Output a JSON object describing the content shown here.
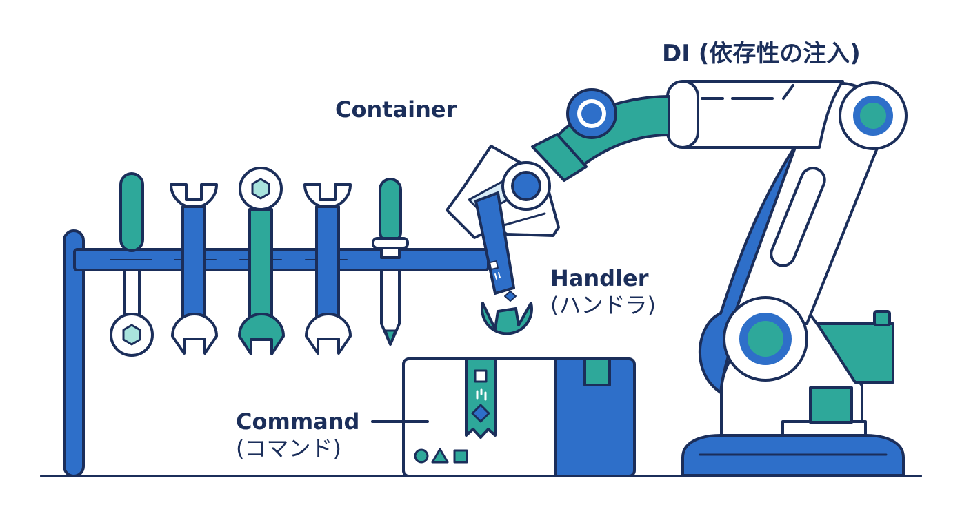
{
  "labels": {
    "di": "DI (依存性の注入)",
    "container": "Container",
    "handler": "Handler",
    "handler_sub": "(ハンドラ)",
    "command": "Command",
    "command_sub": "(コマンド)"
  },
  "icons": {
    "tool_rack": "tool-rack",
    "tools": [
      "screwdriver",
      "wrench",
      "socket-wrench",
      "wrench",
      "screwdriver",
      "wrench"
    ],
    "robot": "robot-arm",
    "package": "package-box",
    "shapes": [
      "circle",
      "triangle",
      "square"
    ]
  },
  "colors": {
    "outline": "#1b2e5a",
    "blue": "#2e6fc9",
    "teal": "#2ea89a",
    "white": "#ffffff"
  }
}
